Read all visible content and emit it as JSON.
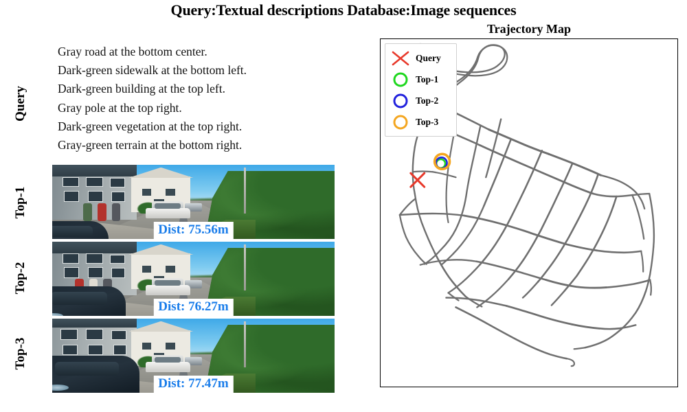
{
  "figure": {
    "title": "Query:Textual descriptions Database:Image sequences"
  },
  "left_panel": {
    "row_labels": {
      "query": "Query",
      "top1": "Top-1",
      "top2": "Top-2",
      "top3": "Top-3"
    },
    "query_description_lines": [
      "Gray road at the bottom center.",
      "Dark-green sidewalk at the bottom left.",
      "Dark-green building at the top left.",
      "Gray pole at the top right.",
      "Dark-green vegetation at the top right.",
      "Gray-green terrain at the bottom right."
    ],
    "retrievals": [
      {
        "rank_label": "Top-1",
        "distance_label": "Dist: 75.56m",
        "distance_value": 75.56,
        "unit": "m"
      },
      {
        "rank_label": "Top-2",
        "distance_label": "Dist: 76.27m",
        "distance_value": 76.27,
        "unit": "m"
      },
      {
        "rank_label": "Top-3",
        "distance_label": "Dist: 77.47m",
        "distance_value": 77.47,
        "unit": "m"
      }
    ]
  },
  "map_panel": {
    "title": "Trajectory Map",
    "legend": [
      {
        "label": "Query",
        "marker": "x-cross-marker",
        "color": "#e8392b"
      },
      {
        "label": "Top-1",
        "marker": "circle-outline-marker",
        "color": "#1fd71f"
      },
      {
        "label": "Top-2",
        "marker": "circle-outline-marker",
        "color": "#2222dd"
      },
      {
        "label": "Top-3",
        "marker": "circle-outline-marker",
        "color": "#f4a620"
      }
    ],
    "road_color": "#6f6f6f"
  },
  "colors": {
    "distance_text": "#1a7dea",
    "distance_background": "#ffffff",
    "query_marker": "#e8392b",
    "top1_marker": "#1fd71f",
    "top2_marker": "#2222dd",
    "top3_marker": "#f4a620",
    "road": "#6f6f6f",
    "frame": "#000000"
  }
}
